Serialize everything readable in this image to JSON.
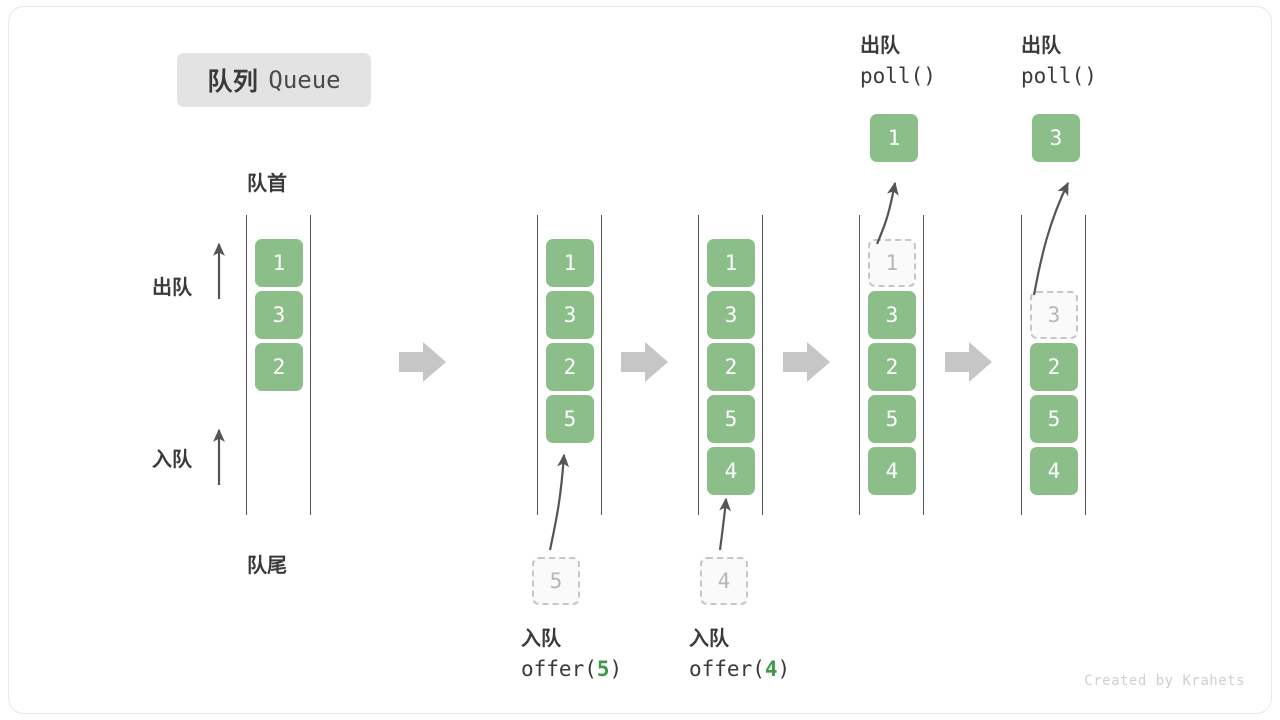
{
  "title": {
    "cn": "队列",
    "en": "Queue"
  },
  "axis_labels": {
    "head": "队首",
    "tail": "队尾",
    "dequeue": "出队",
    "enqueue": "入队"
  },
  "watermark": "Created by Krahets",
  "colors": {
    "cell_fill": "#8cbe8a",
    "cell_text": "#ffffff",
    "ghost_border": "#c6c6c6",
    "ghost_text": "#b6b6b6",
    "rail": "#555555",
    "arrow": "#555555",
    "step_arrow": "#c6c6c6",
    "badge_bg": "#e3e3e3",
    "accent_green": "#3c9a48"
  },
  "steps": [
    {
      "id": "initial",
      "cells": [
        {
          "value": "1",
          "state": "filled"
        },
        {
          "value": "3",
          "state": "filled"
        },
        {
          "value": "2",
          "state": "filled"
        }
      ]
    },
    {
      "id": "offer-5",
      "cells": [
        {
          "value": "1",
          "state": "filled"
        },
        {
          "value": "3",
          "state": "filled"
        },
        {
          "value": "2",
          "state": "filled"
        },
        {
          "value": "5",
          "state": "filled"
        }
      ],
      "pending": {
        "value": "5"
      },
      "caption": {
        "line1": "入队",
        "fn": "offer(",
        "num": "5",
        "close": ")"
      }
    },
    {
      "id": "offer-4",
      "cells": [
        {
          "value": "1",
          "state": "filled"
        },
        {
          "value": "3",
          "state": "filled"
        },
        {
          "value": "2",
          "state": "filled"
        },
        {
          "value": "5",
          "state": "filled"
        },
        {
          "value": "4",
          "state": "filled"
        }
      ],
      "pending": {
        "value": "4"
      },
      "caption": {
        "line1": "入队",
        "fn": "offer(",
        "num": "4",
        "close": ")"
      }
    },
    {
      "id": "poll-1",
      "cells": [
        {
          "value": "1",
          "state": "ghost"
        },
        {
          "value": "3",
          "state": "filled"
        },
        {
          "value": "2",
          "state": "filled"
        },
        {
          "value": "5",
          "state": "filled"
        },
        {
          "value": "4",
          "state": "filled"
        }
      ],
      "popped": {
        "value": "1"
      },
      "caption": {
        "line1": "出队",
        "fn": "poll()",
        "num": "",
        "close": ""
      }
    },
    {
      "id": "poll-3",
      "cells": [
        {
          "value": "",
          "state": "empty"
        },
        {
          "value": "3",
          "state": "ghost"
        },
        {
          "value": "2",
          "state": "filled"
        },
        {
          "value": "5",
          "state": "filled"
        },
        {
          "value": "4",
          "state": "filled"
        }
      ],
      "popped": {
        "value": "3"
      },
      "caption": {
        "line1": "出队",
        "fn": "poll()",
        "num": "",
        "close": ""
      }
    }
  ]
}
